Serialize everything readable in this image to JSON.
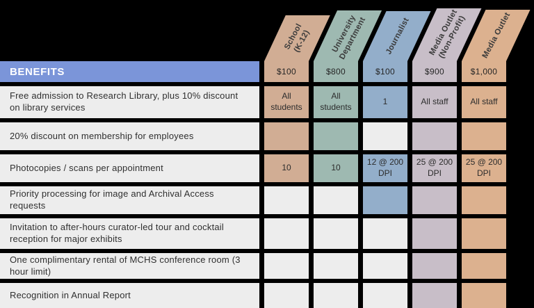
{
  "colors": {
    "background": "#000000",
    "banner_blue": "#7b95d9",
    "row_gray": "#ededed",
    "school_k12": "#d1ad94",
    "university_department": "#9eb9b1",
    "journalist": "#93aeca",
    "media_outlet_nonprofit": "#c8bec8",
    "media_outlet": "#dcb18f"
  },
  "banner": {
    "title": "BENEFITS"
  },
  "plans": [
    {
      "id": "school-k12",
      "name_lines": [
        "School",
        "(K-12)"
      ],
      "price": "$100",
      "color": "#d1ad94"
    },
    {
      "id": "university-department",
      "name_lines": [
        "University",
        "Department"
      ],
      "price": "$800",
      "color": "#9eb9b1"
    },
    {
      "id": "journalist",
      "name_lines": [
        "Journalist"
      ],
      "price": "$100",
      "color": "#93aeca"
    },
    {
      "id": "media-outlet-non-profit",
      "name_lines": [
        "Media Outlet",
        "(Non-Profit)"
      ],
      "price": "$900",
      "color": "#c8bec8"
    },
    {
      "id": "media-outlet",
      "name_lines": [
        "Media Outlet"
      ],
      "price": "$1,000",
      "color": "#dcb18f"
    }
  ],
  "benefits": [
    {
      "label": "Free admission to Research Library, plus 10% discount on library services",
      "cells": [
        {
          "text": "All students",
          "included": true,
          "bg": "#d1ad94"
        },
        {
          "text": "All students",
          "included": true,
          "bg": "#9eb9b1"
        },
        {
          "text": "1",
          "included": true,
          "bg": "#93aeca"
        },
        {
          "text": "All staff",
          "included": true,
          "bg": "#c8bec8"
        },
        {
          "text": "All staff",
          "included": true,
          "bg": "#dcb18f"
        }
      ]
    },
    {
      "label": "20% discount on membership for employees",
      "cells": [
        {
          "text": "",
          "included": true,
          "bg": "#d1ad94"
        },
        {
          "text": "",
          "included": true,
          "bg": "#9eb9b1"
        },
        {
          "text": "",
          "included": false,
          "bg": "#ededed"
        },
        {
          "text": "",
          "included": true,
          "bg": "#c8bec8"
        },
        {
          "text": "",
          "included": true,
          "bg": "#dcb18f"
        }
      ]
    },
    {
      "label": "Photocopies / scans per appointment",
      "cells": [
        {
          "text": "10",
          "included": true,
          "bg": "#d1ad94"
        },
        {
          "text": "10",
          "included": true,
          "bg": "#9eb9b1"
        },
        {
          "text": "12 @ 200 DPI",
          "included": true,
          "bg": "#93aeca"
        },
        {
          "text": "25 @ 200 DPI",
          "included": true,
          "bg": "#c8bec8"
        },
        {
          "text": "25 @ 200 DPI",
          "included": true,
          "bg": "#dcb18f"
        }
      ]
    },
    {
      "label": "Priority processing for image and Archival Access requests",
      "cells": [
        {
          "text": "",
          "included": false,
          "bg": "#ededed"
        },
        {
          "text": "",
          "included": false,
          "bg": "#ededed"
        },
        {
          "text": "",
          "included": true,
          "bg": "#93aeca"
        },
        {
          "text": "",
          "included": true,
          "bg": "#c8bec8"
        },
        {
          "text": "",
          "included": true,
          "bg": "#dcb18f"
        }
      ]
    },
    {
      "label": "Invitation to after-hours curator-led tour and cocktail reception for major exhibits",
      "cells": [
        {
          "text": "",
          "included": false,
          "bg": "#ededed"
        },
        {
          "text": "",
          "included": false,
          "bg": "#ededed"
        },
        {
          "text": "",
          "included": false,
          "bg": "#ededed"
        },
        {
          "text": "",
          "included": true,
          "bg": "#c8bec8"
        },
        {
          "text": "",
          "included": true,
          "bg": "#dcb18f"
        }
      ]
    },
    {
      "label": "One complimentary rental of MCHS conference room (3 hour limit)",
      "cells": [
        {
          "text": "",
          "included": false,
          "bg": "#ededed"
        },
        {
          "text": "",
          "included": false,
          "bg": "#ededed"
        },
        {
          "text": "",
          "included": false,
          "bg": "#ededed"
        },
        {
          "text": "",
          "included": true,
          "bg": "#c8bec8"
        },
        {
          "text": "",
          "included": true,
          "bg": "#dcb18f"
        }
      ]
    },
    {
      "label": "Recognition in Annual Report",
      "cells": [
        {
          "text": "",
          "included": false,
          "bg": "#ededed"
        },
        {
          "text": "",
          "included": false,
          "bg": "#ededed"
        },
        {
          "text": "",
          "included": false,
          "bg": "#ededed"
        },
        {
          "text": "",
          "included": true,
          "bg": "#c8bec8"
        },
        {
          "text": "",
          "included": true,
          "bg": "#dcb18f"
        }
      ]
    }
  ]
}
